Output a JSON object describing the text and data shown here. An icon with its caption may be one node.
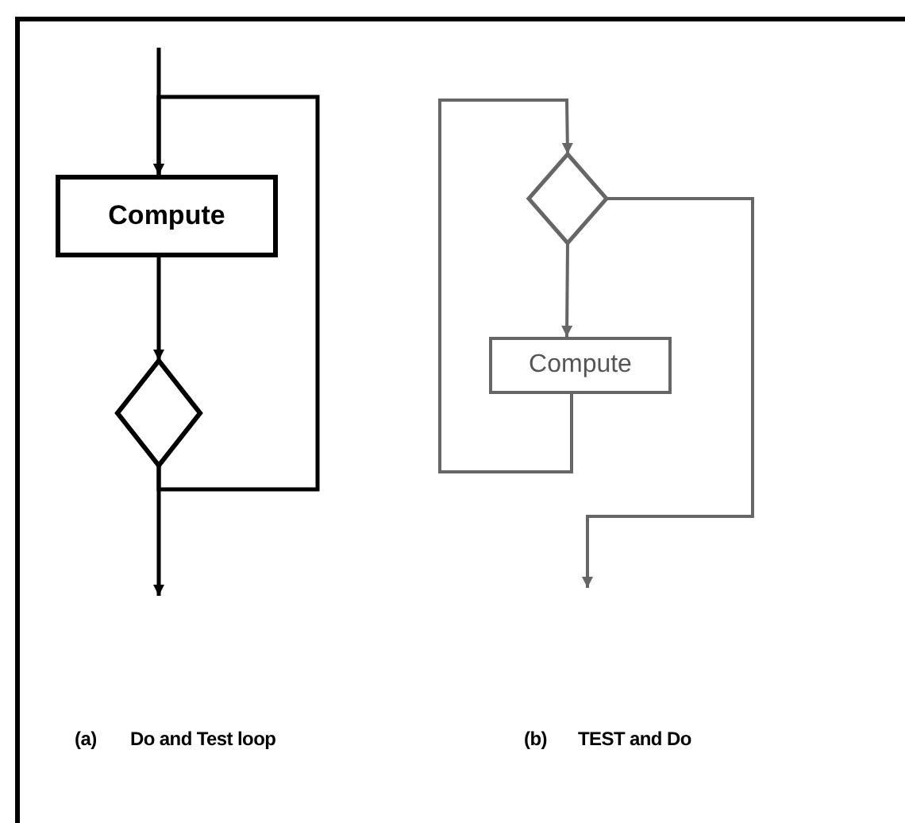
{
  "diagram": {
    "nodes": [
      {
        "text": [
          "Compute"
        ]
      },
      {
        "text": [],
        "shape": "diamond"
      },
      {
        "text": [],
        "shape": "diamond"
      },
      {
        "text": [
          "Compute"
        ]
      }
    ],
    "edges": [
      {
        "from": null,
        "to": 0,
        "arrow": "to"
      },
      {
        "from": 0,
        "to": 1,
        "arrow": "to"
      },
      {
        "from": 1,
        "to": 0,
        "arrow": "to"
      },
      {
        "from": 1,
        "to": null,
        "arrow": "to"
      },
      {
        "from": 3,
        "to": 2,
        "arrow": "to",
        "color": "#666666"
      },
      {
        "from": 2,
        "to": 3,
        "arrow": "to",
        "color": "#666666"
      },
      {
        "from": 2,
        "to": null,
        "arrow": "to",
        "color": "#666666"
      }
    ],
    "labels": [
      "(a)",
      "Do and Test loop",
      "(b)",
      "TEST and Do"
    ]
  }
}
